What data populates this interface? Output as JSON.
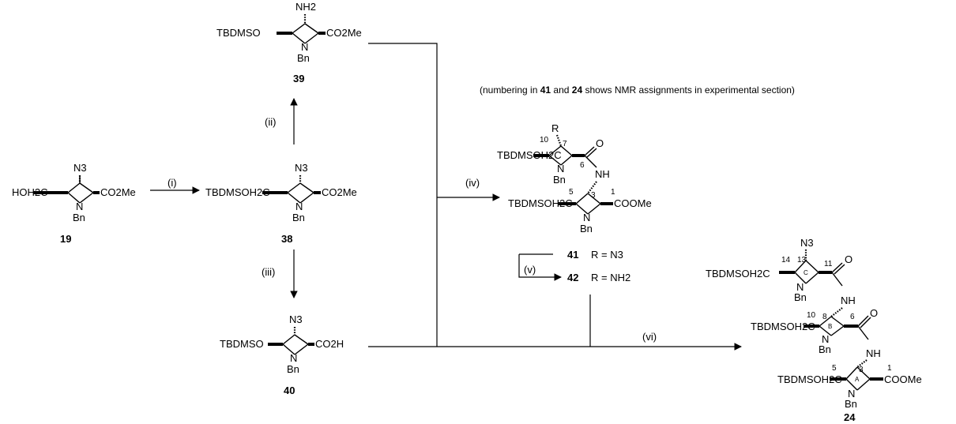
{
  "note": {
    "prefix": "(numbering in ",
    "n1": "41",
    "mid": " and ",
    "n2": "24",
    "suffix": " shows NMR assignments in experimental section)"
  },
  "compounds": {
    "c19": "19",
    "c38": "38",
    "c39": "39",
    "c40": "40",
    "c41": "41",
    "c42": "42",
    "c24": "24"
  },
  "steps": [
    "(i)",
    "(ii)",
    "(iii)",
    "(iv)",
    "(v)",
    "(vi)"
  ],
  "groups": {
    "hoh2c": "HOH2C",
    "tbdmsoh2c": "TBDMSOH2C",
    "tbdmso": "TBDMSO",
    "co2me": "CO2Me",
    "co2h": "CO2H",
    "cooMe": "COOMe",
    "n3": "N3",
    "nh2": "NH2",
    "n": "N",
    "bn": "Bn",
    "nh": "NH",
    "o": "O",
    "r": "R"
  },
  "r_defs": {
    "r41": "R = N3",
    "r42": "R = NH2"
  },
  "numbering": {
    "n1": "1",
    "n3": "3",
    "n5": "5",
    "n6": "6",
    "n7": "7",
    "n8": "8",
    "n10": "10",
    "n11": "11",
    "n13": "13",
    "n14": "14"
  },
  "ring_letters": {
    "a": "A",
    "b": "B",
    "c": "C"
  }
}
